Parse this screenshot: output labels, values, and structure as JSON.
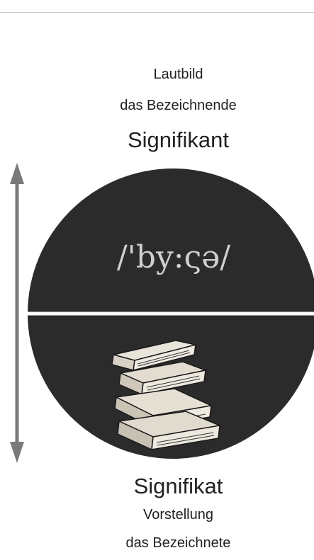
{
  "top": {
    "line1": "Lautbild",
    "line2": "das Bezeichnende",
    "title": "Signifikant"
  },
  "circle": {
    "transcription": "/'by:ςə/",
    "image": "books-icon"
  },
  "bottom": {
    "title": "Signifikat",
    "line1": "Vorstellung",
    "line2": "das Bezeichnete"
  },
  "colors": {
    "circle_fill": "#2b2b2b",
    "divider": "#ffffff",
    "arrow": "#7a7a7a",
    "text": "#222222"
  }
}
